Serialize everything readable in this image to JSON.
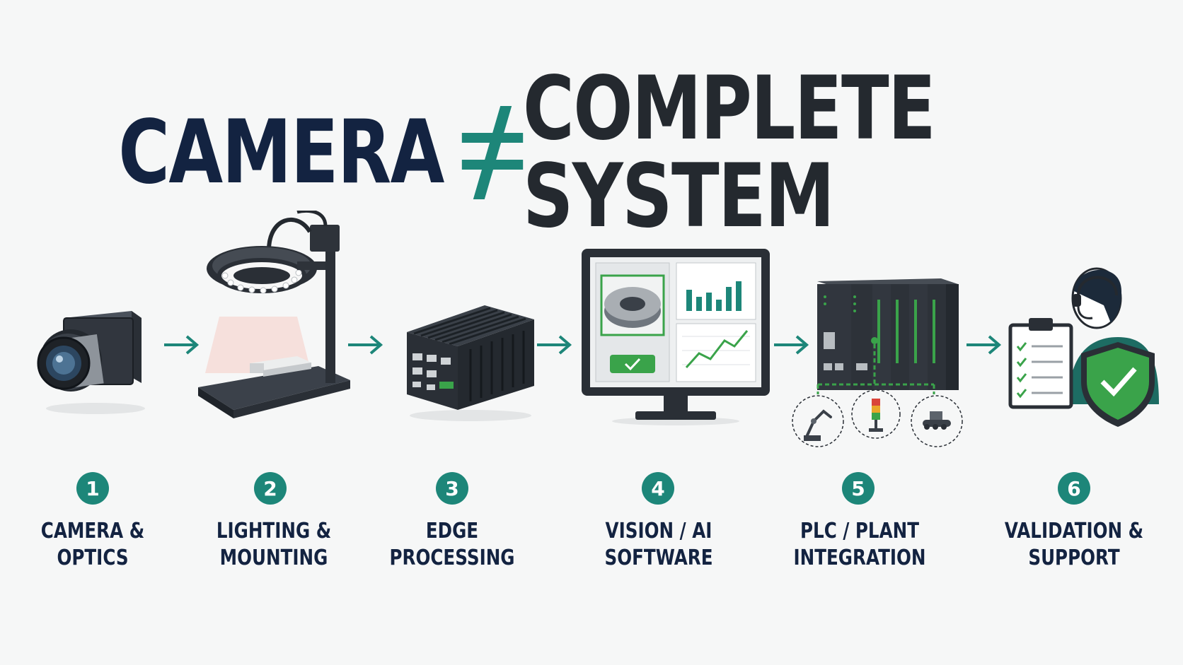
{
  "title": {
    "left": "CAMERA",
    "symbol": "≠",
    "right": "COMPLETE SYSTEM"
  },
  "colors": {
    "navy": "#132341",
    "teal": "#1d8679",
    "dark": "#24292f",
    "green": "#3aa34a"
  },
  "steps": [
    {
      "number": "1",
      "line1": "CAMERA &",
      "line2": "OPTICS",
      "icon": "camera-icon"
    },
    {
      "number": "2",
      "line1": "LIGHTING &",
      "line2": "MOUNTING",
      "icon": "ring-light-stand-icon"
    },
    {
      "number": "3",
      "line1": "EDGE",
      "line2": "PROCESSING",
      "icon": "edge-computer-icon"
    },
    {
      "number": "4",
      "line1": "VISION / AI",
      "line2": "SOFTWARE",
      "icon": "monitor-software-icon"
    },
    {
      "number": "5",
      "line1": "PLC / PLANT",
      "line2": "INTEGRATION",
      "icon": "plc-rack-icon"
    },
    {
      "number": "6",
      "line1": "VALIDATION &",
      "line2": "SUPPORT",
      "icon": "support-shield-icon"
    }
  ]
}
